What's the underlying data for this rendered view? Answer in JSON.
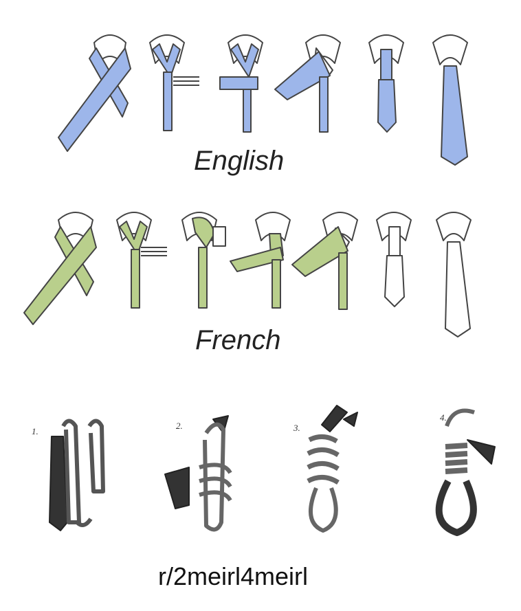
{
  "rows": [
    {
      "label": "English",
      "tie_color": "#9db6ea"
    },
    {
      "label": "French",
      "tie_color": "#b9cf8c"
    }
  ],
  "noose_steps": [
    "1.",
    "2.",
    "3.",
    "4."
  ],
  "caption": "r/2meirl4meirl"
}
